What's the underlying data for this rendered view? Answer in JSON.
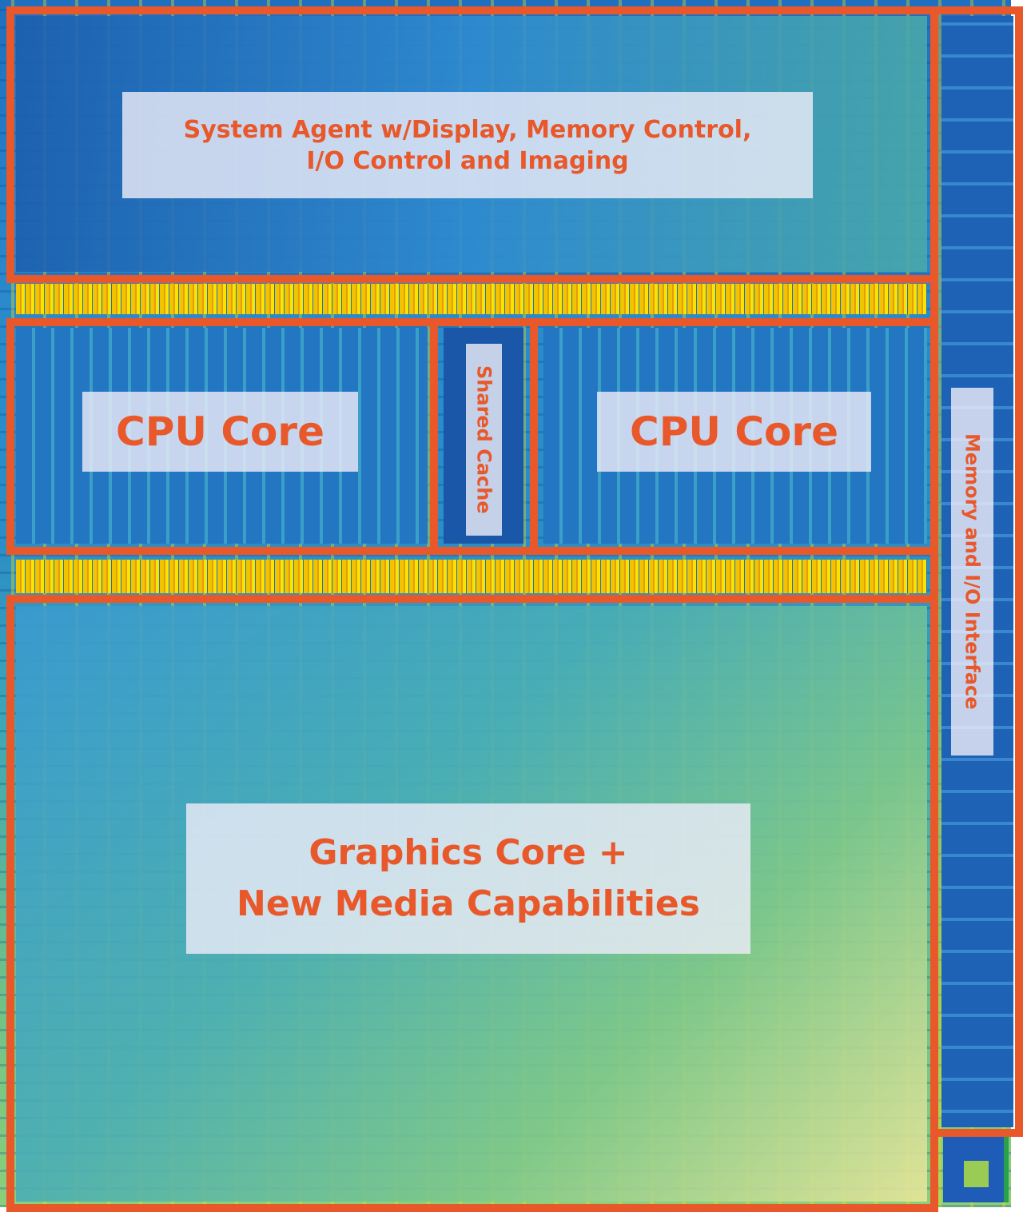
{
  "regions": {
    "system_agent": {
      "line1": "System Agent w/Display, Memory Control,",
      "line2": "I/O Control and Imaging"
    },
    "cpu_core_left": "CPU Core",
    "shared_cache": "Shared Cache",
    "cpu_core_right": "CPU Core",
    "graphics": {
      "line1": "Graphics Core +",
      "line2": "New Media Capabilities"
    },
    "memory_io": "Memory and I/O Interface"
  },
  "colors": {
    "frame": "#e8582a",
    "label_text": "#e8582a"
  }
}
